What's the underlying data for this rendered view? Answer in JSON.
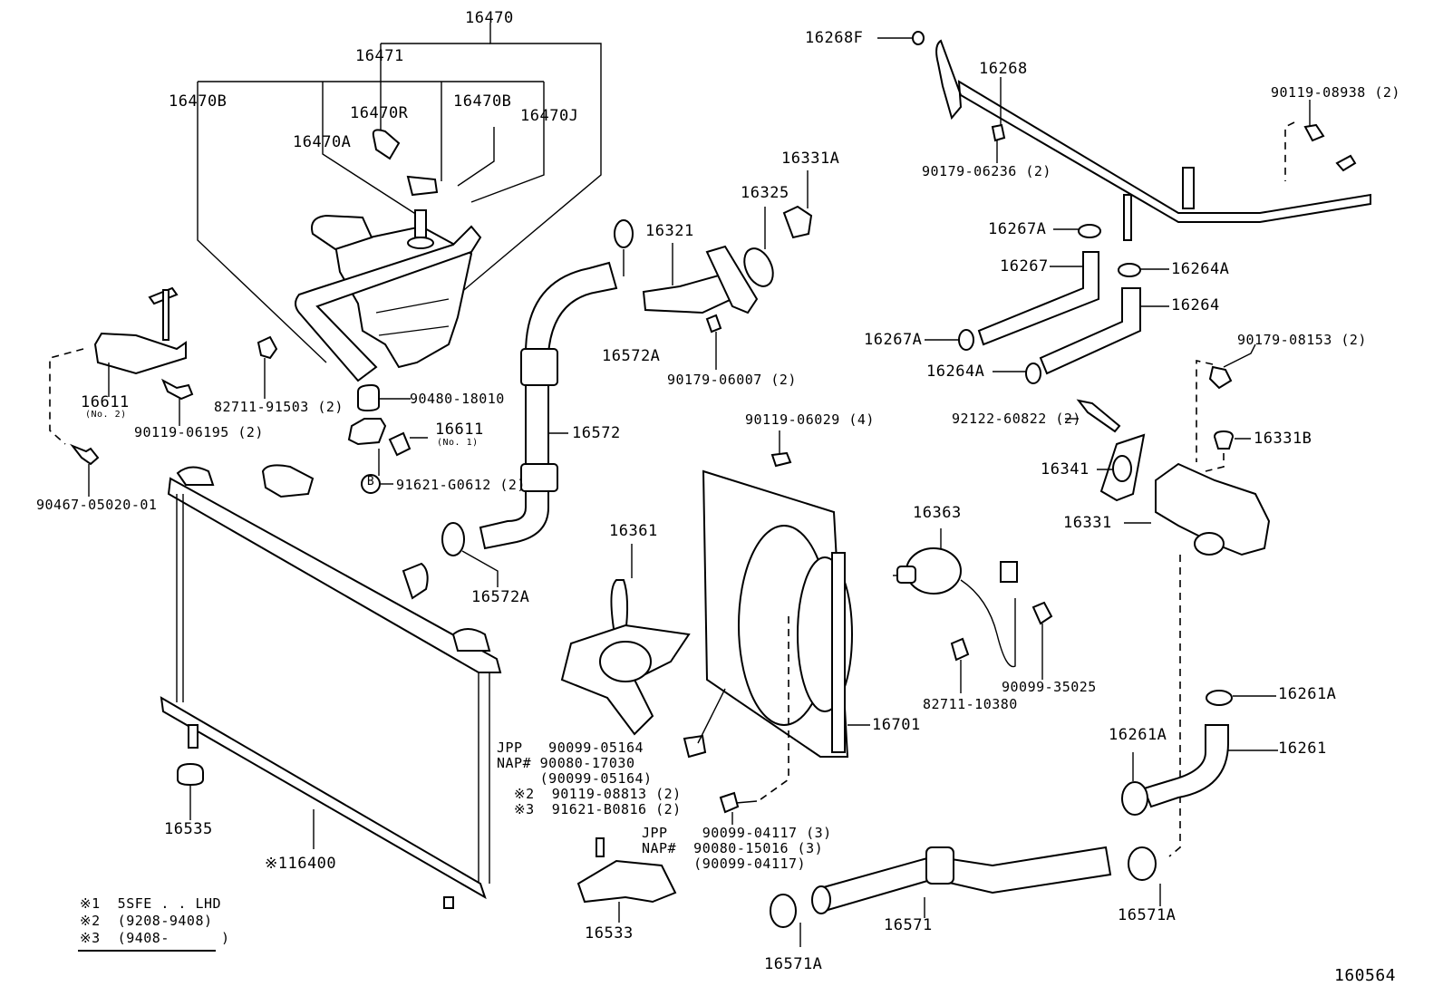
{
  "diagram": {
    "title": "Radiator & water outlet parts diagram",
    "figure_id": "160564",
    "labels": {
      "p16470": "16470",
      "p16471": "16471",
      "p16470B_left": "16470B",
      "p16470R": "16470R",
      "p16470B_right": "16470B",
      "p16470J": "16470J",
      "p16470A": "16470A",
      "p16611_no2": "16611",
      "p16611_no2_note": "(No. 2)",
      "p90119_06195": "90119-06195 (2)",
      "p90467_05020_01": "90467-05020-01",
      "p82711_91503": "82711-91503 (2)",
      "p90480_18010": "90480-18010",
      "p16611_no1": "16611",
      "p16611_no1_note": "(No. 1)",
      "p91621_G0612": "91621-G0612 (2)",
      "p91621_badge": "B",
      "p16572": "16572",
      "p16572A_top": "16572A",
      "p16572A_bottom": "16572A",
      "p16321": "16321",
      "p16325": "16325",
      "p16331A": "16331A",
      "p90179_06007": "90179-06007 (2)",
      "p16268F": "16268F",
      "p16268": "16268",
      "p90179_06236": "90179-06236 (2)",
      "p90119_08938": "90119-08938 (2)",
      "p16267A_top": "16267A",
      "p16267": "16267",
      "p16267A_left": "16267A",
      "p16264A_right": "16264A",
      "p16264": "16264",
      "p16264A_left": "16264A",
      "p90179_08153": "90179-08153 (2)",
      "p92122_60822": "92122-60822 (2)",
      "p16331B": "16331B",
      "p16341": "16341",
      "p16331": "16331",
      "p90119_06029": "90119-06029 (4)",
      "p16363": "16363",
      "p16361": "16361",
      "p82711_10380": "82711-10380",
      "p90099_35025": "90099-35025",
      "p16701": "16701",
      "p16261A_right": "16261A",
      "p16261A_left": "16261A",
      "p16261": "16261",
      "p16535": "16535",
      "p16400": "※116400",
      "p16533": "16533",
      "p16571": "16571",
      "p16571A_left": "16571A",
      "p16571A_right": "16571A"
    },
    "fan_bolt_block": [
      "JPP   90099-05164",
      "NAP# 90080-17030",
      "     (90099-05164)",
      "  ※2  90119-08813 (2)",
      "  ※3  91621-B0816 (2)"
    ],
    "shroud_bolt_block": [
      "JPP    90099-04117 (3)",
      "NAP#  90080-15016 (3)",
      "      (90099-04117)"
    ],
    "legend": [
      "※1  5SFE . . LHD",
      "※2  (9208-9408)",
      "※3  (9408-      )"
    ]
  }
}
